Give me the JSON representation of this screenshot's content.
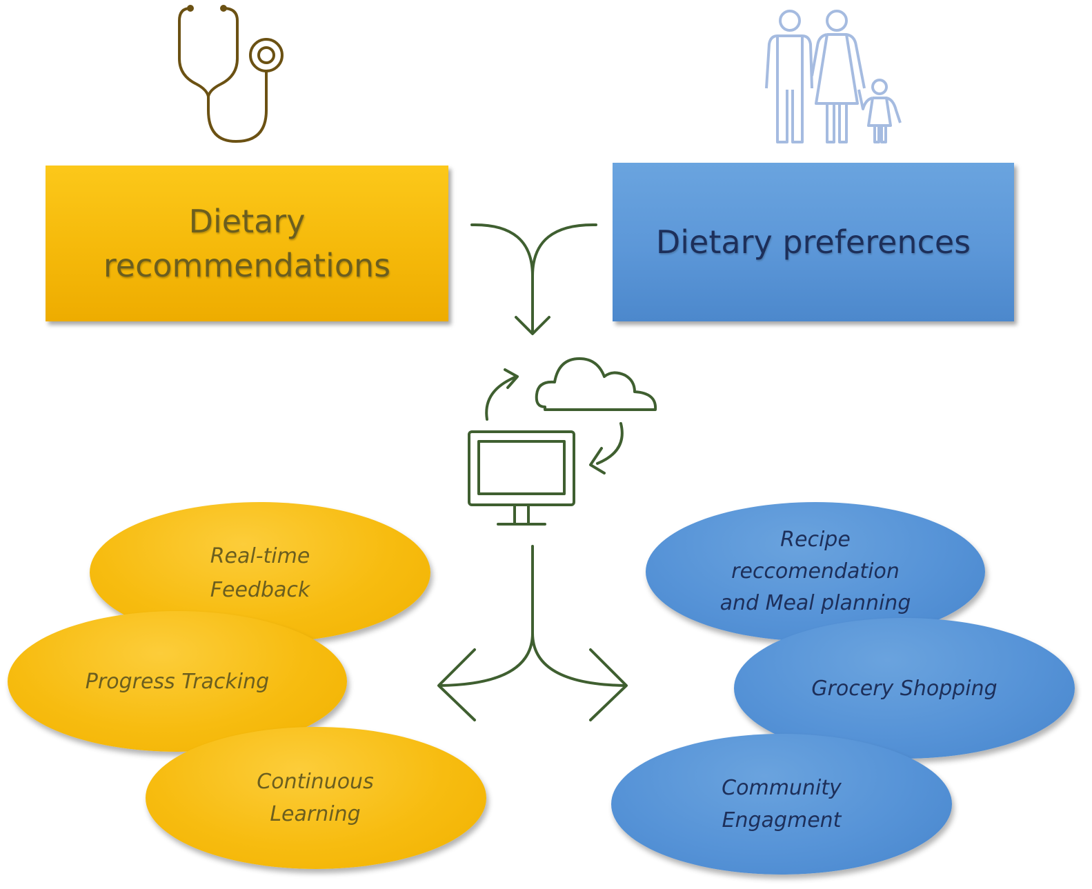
{
  "boxes": {
    "recommendations": {
      "line1": "Dietary",
      "line2": "recommendations",
      "color": "#f5b90a"
    },
    "preferences": {
      "label": "Dietary preferences",
      "color": "#5c97d8"
    }
  },
  "ovals_left": [
    {
      "lines": [
        "Real-time",
        "Feedback"
      ]
    },
    {
      "lines": [
        "Progress Tracking"
      ]
    },
    {
      "lines": [
        "Continuous",
        "Learning"
      ]
    }
  ],
  "ovals_right": [
    {
      "lines": [
        "Recipe",
        "reccomendation",
        "and Meal planning"
      ]
    },
    {
      "lines": [
        "Grocery Shopping"
      ]
    },
    {
      "lines": [
        "Community",
        "Engagment"
      ]
    }
  ],
  "icons": {
    "doctor": "stethoscope-icon",
    "users": "family-icon",
    "system": "computer-cloud-sync-icon",
    "merge": "merge-arrow-icon",
    "split": "split-arrow-icon"
  },
  "colors": {
    "stethoscope": "#6b5113",
    "family": "#a5bbe0",
    "arrows": "#3f5f30"
  }
}
